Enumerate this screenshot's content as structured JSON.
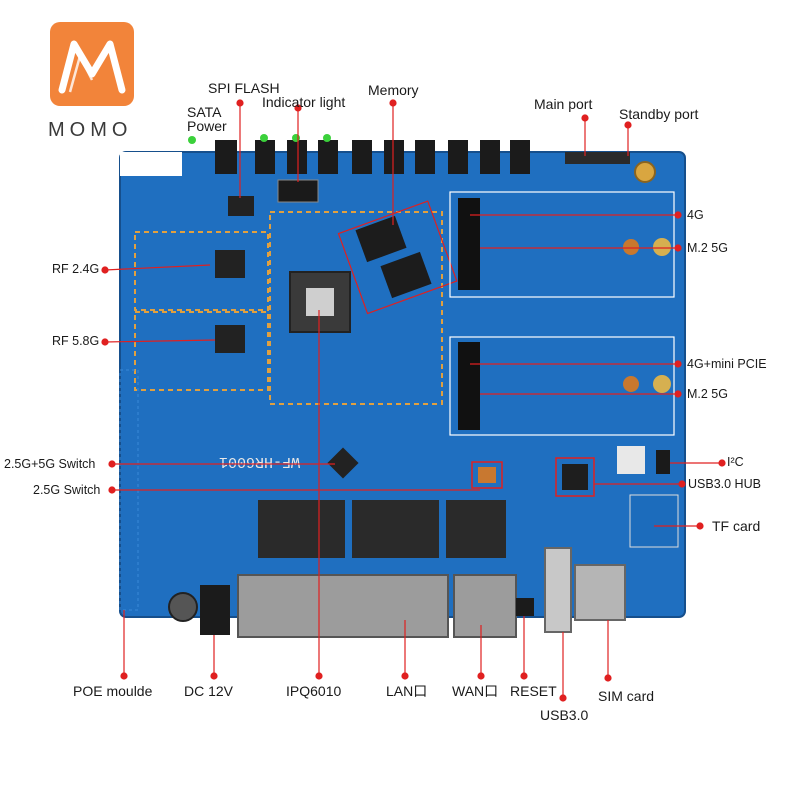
{
  "brand": {
    "name": "MOMO",
    "logo_color": "#f2843a"
  },
  "board": {
    "model_mark": "WF-HR6001",
    "pcb_color": "#1f6fc0",
    "line_color": "#e02020"
  },
  "labels": {
    "sata_power_1": "SATA",
    "sata_power_2": "Power",
    "spi_flash": "SPI FLASH",
    "indicator_light": "Indicator light",
    "memory": "Memory",
    "main_port": "Main port",
    "standby_port": "Standby port",
    "four_g": "4G",
    "m2_5g_top": "M.2 5G",
    "rf_24g": "RF 2.4G",
    "rf_58g": "RF 5.8G",
    "four_g_mini_pcie": "4G+mini PCIE",
    "m2_5g_bottom": "M.2 5G",
    "i2c": "I²C",
    "switch_25g_5g": "2.5G+5G Switch",
    "usb30_hub": "USB3.0 HUB",
    "switch_25g": "2.5G Switch",
    "tf_card": "TF card",
    "poe_module": "POE moulde",
    "dc_12v": "DC 12V",
    "ipq6010": "IPQ6010",
    "lan": "LAN口",
    "wan": "WAN口",
    "reset": "RESET",
    "sim_card": "SIM card",
    "usb30": "USB3.0"
  }
}
